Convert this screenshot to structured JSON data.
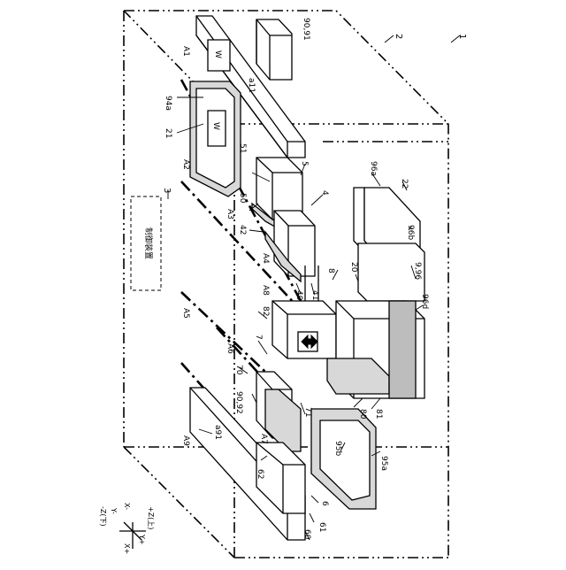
{
  "labels": {
    "fig_1": "1",
    "fig_2": "2",
    "fig_3": "3",
    "control_text": "制御装置",
    "l_9091": "90,91",
    "l_A1": "A1",
    "l_W_top": "W",
    "l_a11": "a11",
    "l_94a": "94a",
    "l_21": "21",
    "l_W_mid": "W",
    "l_A2": "A2",
    "l_51": "51",
    "l_5": "5",
    "l_50": "50",
    "l_A3": "A3",
    "l_4": "4",
    "l_42": "42",
    "l_A4": "A4",
    "l_8": "8",
    "l_A8": "A8",
    "l_40": "40",
    "l_41": "41",
    "l_96a": "96a",
    "l_22": "22",
    "l_96b": "96b",
    "l_996": "9,96",
    "l_20": "20",
    "l_96d": "96d",
    "l_A5": "A5",
    "l_82": "82",
    "l_7": "7",
    "l_A6": "A6",
    "l_70": "70",
    "l_9092": "90,92",
    "l_71": "71",
    "l_80": "80",
    "l_81": "81",
    "l_95b": "95b",
    "l_95a": "95a",
    "l_A9": "A9",
    "l_a91": "a91",
    "l_A7": "A7",
    "l_62": "62",
    "l_6": "6",
    "l_61": "61",
    "l_60": "60",
    "ax_z_up": "+Z(上)",
    "ax_z_down": "-Z(下)",
    "ax_x_plus": "X+",
    "ax_x_minus": "X-",
    "ax_y_plus": "Y+",
    "ax_y_minus": "Y-"
  }
}
